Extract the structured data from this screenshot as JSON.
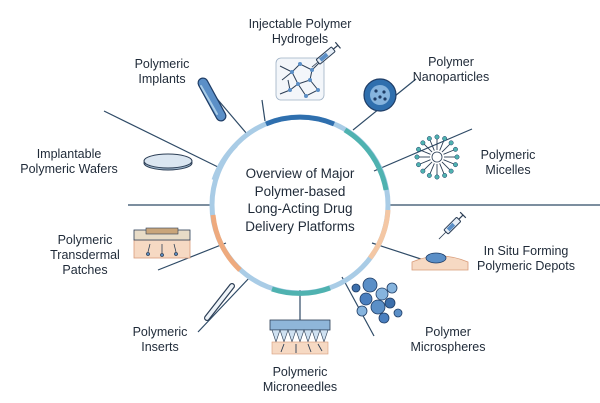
{
  "center_title": [
    "Overview of Major",
    "Polymer-based",
    "Long-Acting Drug",
    "Delivery Platforms"
  ],
  "platforms": {
    "injectable_hydrogels": [
      "Injectable Polymer",
      "Hydrogels"
    ],
    "nanoparticles": [
      "Polymer",
      "Nanoparticles"
    ],
    "micelles": [
      "Polymeric",
      "Micelles"
    ],
    "in_situ_depots": [
      "In Situ Forming",
      "Polymeric Depots"
    ],
    "microspheres": [
      "Polymer",
      "Microspheres"
    ],
    "microneedles": [
      "Polymeric",
      "Microneedles"
    ],
    "inserts": [
      "Polymeric",
      "Inserts"
    ],
    "transdermal_patches": [
      "Polymeric",
      "Transdermal",
      "Patches"
    ],
    "wafers": [
      "Implantable",
      "Polymeric Wafers"
    ],
    "implants": [
      "Polymeric",
      "Implants"
    ]
  },
  "colors": {
    "ring_dark_blue": "#2f6fae",
    "ring_light_blue": "#a9cce6",
    "ring_peach": "#f4c7a4",
    "ring_orange": "#eeaa7e",
    "ring_teal": "#4fb2b0",
    "line": "#2e4a66",
    "icon_blue": "#5b8fc7",
    "icon_dark": "#2c3e55"
  }
}
